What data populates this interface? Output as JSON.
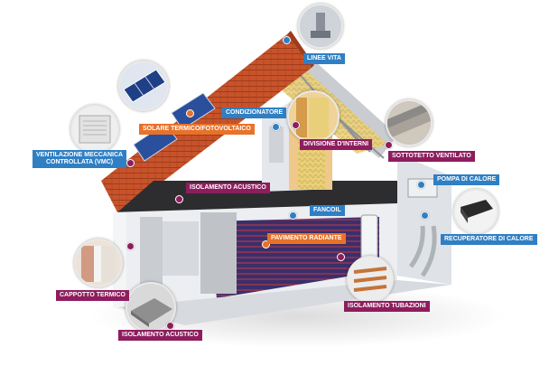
{
  "colors": {
    "blue_label": "#2f7fc4",
    "orange_label": "#e8722a",
    "magenta_label": "#8e1d5e",
    "roof_tiles": "#c8532a",
    "wall": "#e9ebee",
    "floor_heating": "#3a2f6b"
  },
  "labels": {
    "linee_vita": "LINEE VITA",
    "condizionatore": "CONDIZIONATORE",
    "solare": "SOLARE TERMICO/FOTOVOLTAICO",
    "divisione_interni": "DIVISIONE D'INTERNI",
    "sottotetto": "SOTTOTETTO VENTILATO",
    "vmc_line1": "VENTILAZIONE MECCANICA",
    "vmc_line2": "CONTROLLATA (VMC)",
    "isolamento_acustico_top": "ISOLAMENTO ACUSTICO",
    "pompa_calore": "POMPA DI CALORE",
    "fancoil": "FANCOIL",
    "pavimento_radiante": "PAVIMENTO RADIANTE",
    "recuperatore": "RECUPERATORE DI CALORE",
    "cappotto": "CAPPOTTO TERMICO",
    "isolamento_tubazioni": "ISOLAMENTO TUBAZIONI",
    "isolamento_acustico_bottom": "ISOLAMENTO ACUSTICO"
  },
  "icons": [
    "roof-safety-anchor-icon",
    "solar-panel-icon",
    "vmc-unit-icon",
    "wall-insulation-icon",
    "ventilated-attic-icon",
    "heat-pump-icon",
    "heat-recovery-unit-icon",
    "thermal-coat-icon",
    "acoustic-floor-icon",
    "pipe-insulation-icon"
  ]
}
